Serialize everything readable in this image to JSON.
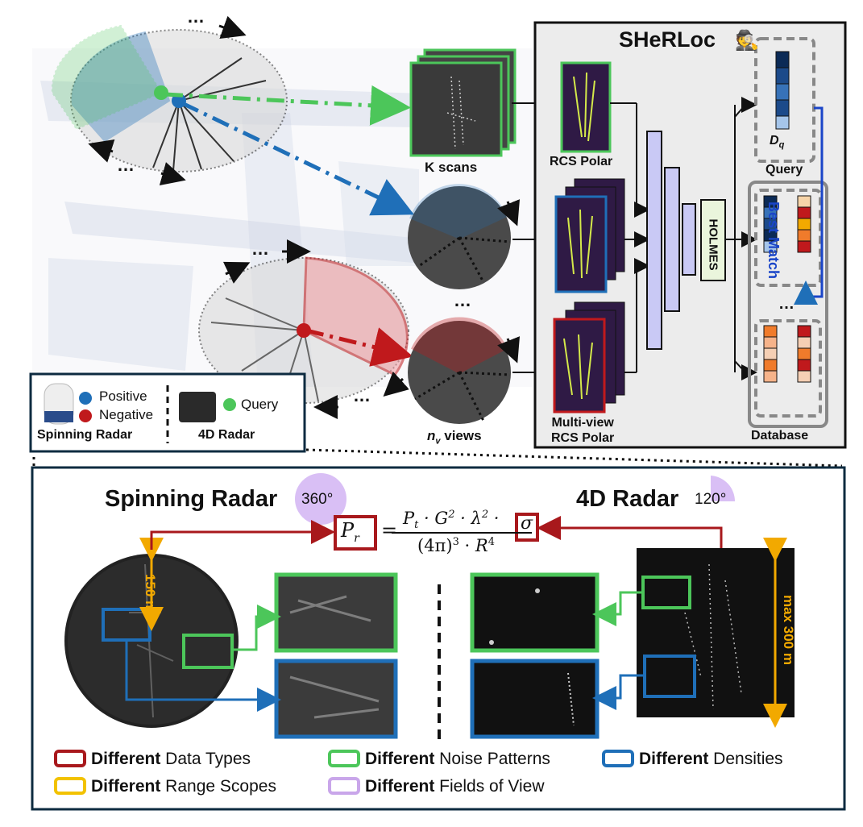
{
  "colors": {
    "positive": "#1f6fb8",
    "negative": "#c0191c",
    "query": "#4cc65a",
    "range": "#f2a900",
    "fov": "#c9a6ea",
    "panel_bg": "#ececec",
    "match": "#1a45c8"
  },
  "top_legend": {
    "positive": "Positive",
    "negative": "Negative",
    "query": "Query",
    "spinning": "Spinning Radar",
    "radar4d": "4D Radar"
  },
  "left_panel": {
    "k_scans": "K scans",
    "nv_views": "n",
    "nv_views_sub": "v",
    "nv_views_suffix": " views",
    "dots": "…"
  },
  "sherloc": {
    "title": "SHeRLoc",
    "rcs_polar": "RCS Polar",
    "multi_view_1": "Multi-view",
    "multi_view_2": "RCS Polar",
    "holmes": "HOLMES",
    "query": "Query",
    "database": "Database",
    "best_match": "Best Match",
    "dq": "D",
    "dq_sub": "q"
  },
  "bottom": {
    "spinning_title": "Spinning Radar",
    "spinning_fov": "360°",
    "radar4d_title": "4D Radar",
    "radar4d_fov": "120°",
    "range_spin": "150 m",
    "range_4d": "max 300 m",
    "equation_lhs": "P",
    "equation_lhs_sub": "r",
    "equation_num": "P",
    "equation_den": "(4π)",
    "sigma": "σ"
  },
  "legend": [
    {
      "bold": "Different",
      "text": " Data Types",
      "color": "#a8181c"
    },
    {
      "bold": "Different",
      "text": " Noise Patterns",
      "color": "#4cc65a"
    },
    {
      "bold": "Different",
      "text": " Densities",
      "color": "#1f6fb8"
    },
    {
      "bold": "Different",
      "text": " Range Scopes",
      "color": "#f2c200"
    },
    {
      "bold": "Different",
      "text": " Fields of View",
      "color": "#c9a6ea"
    }
  ]
}
